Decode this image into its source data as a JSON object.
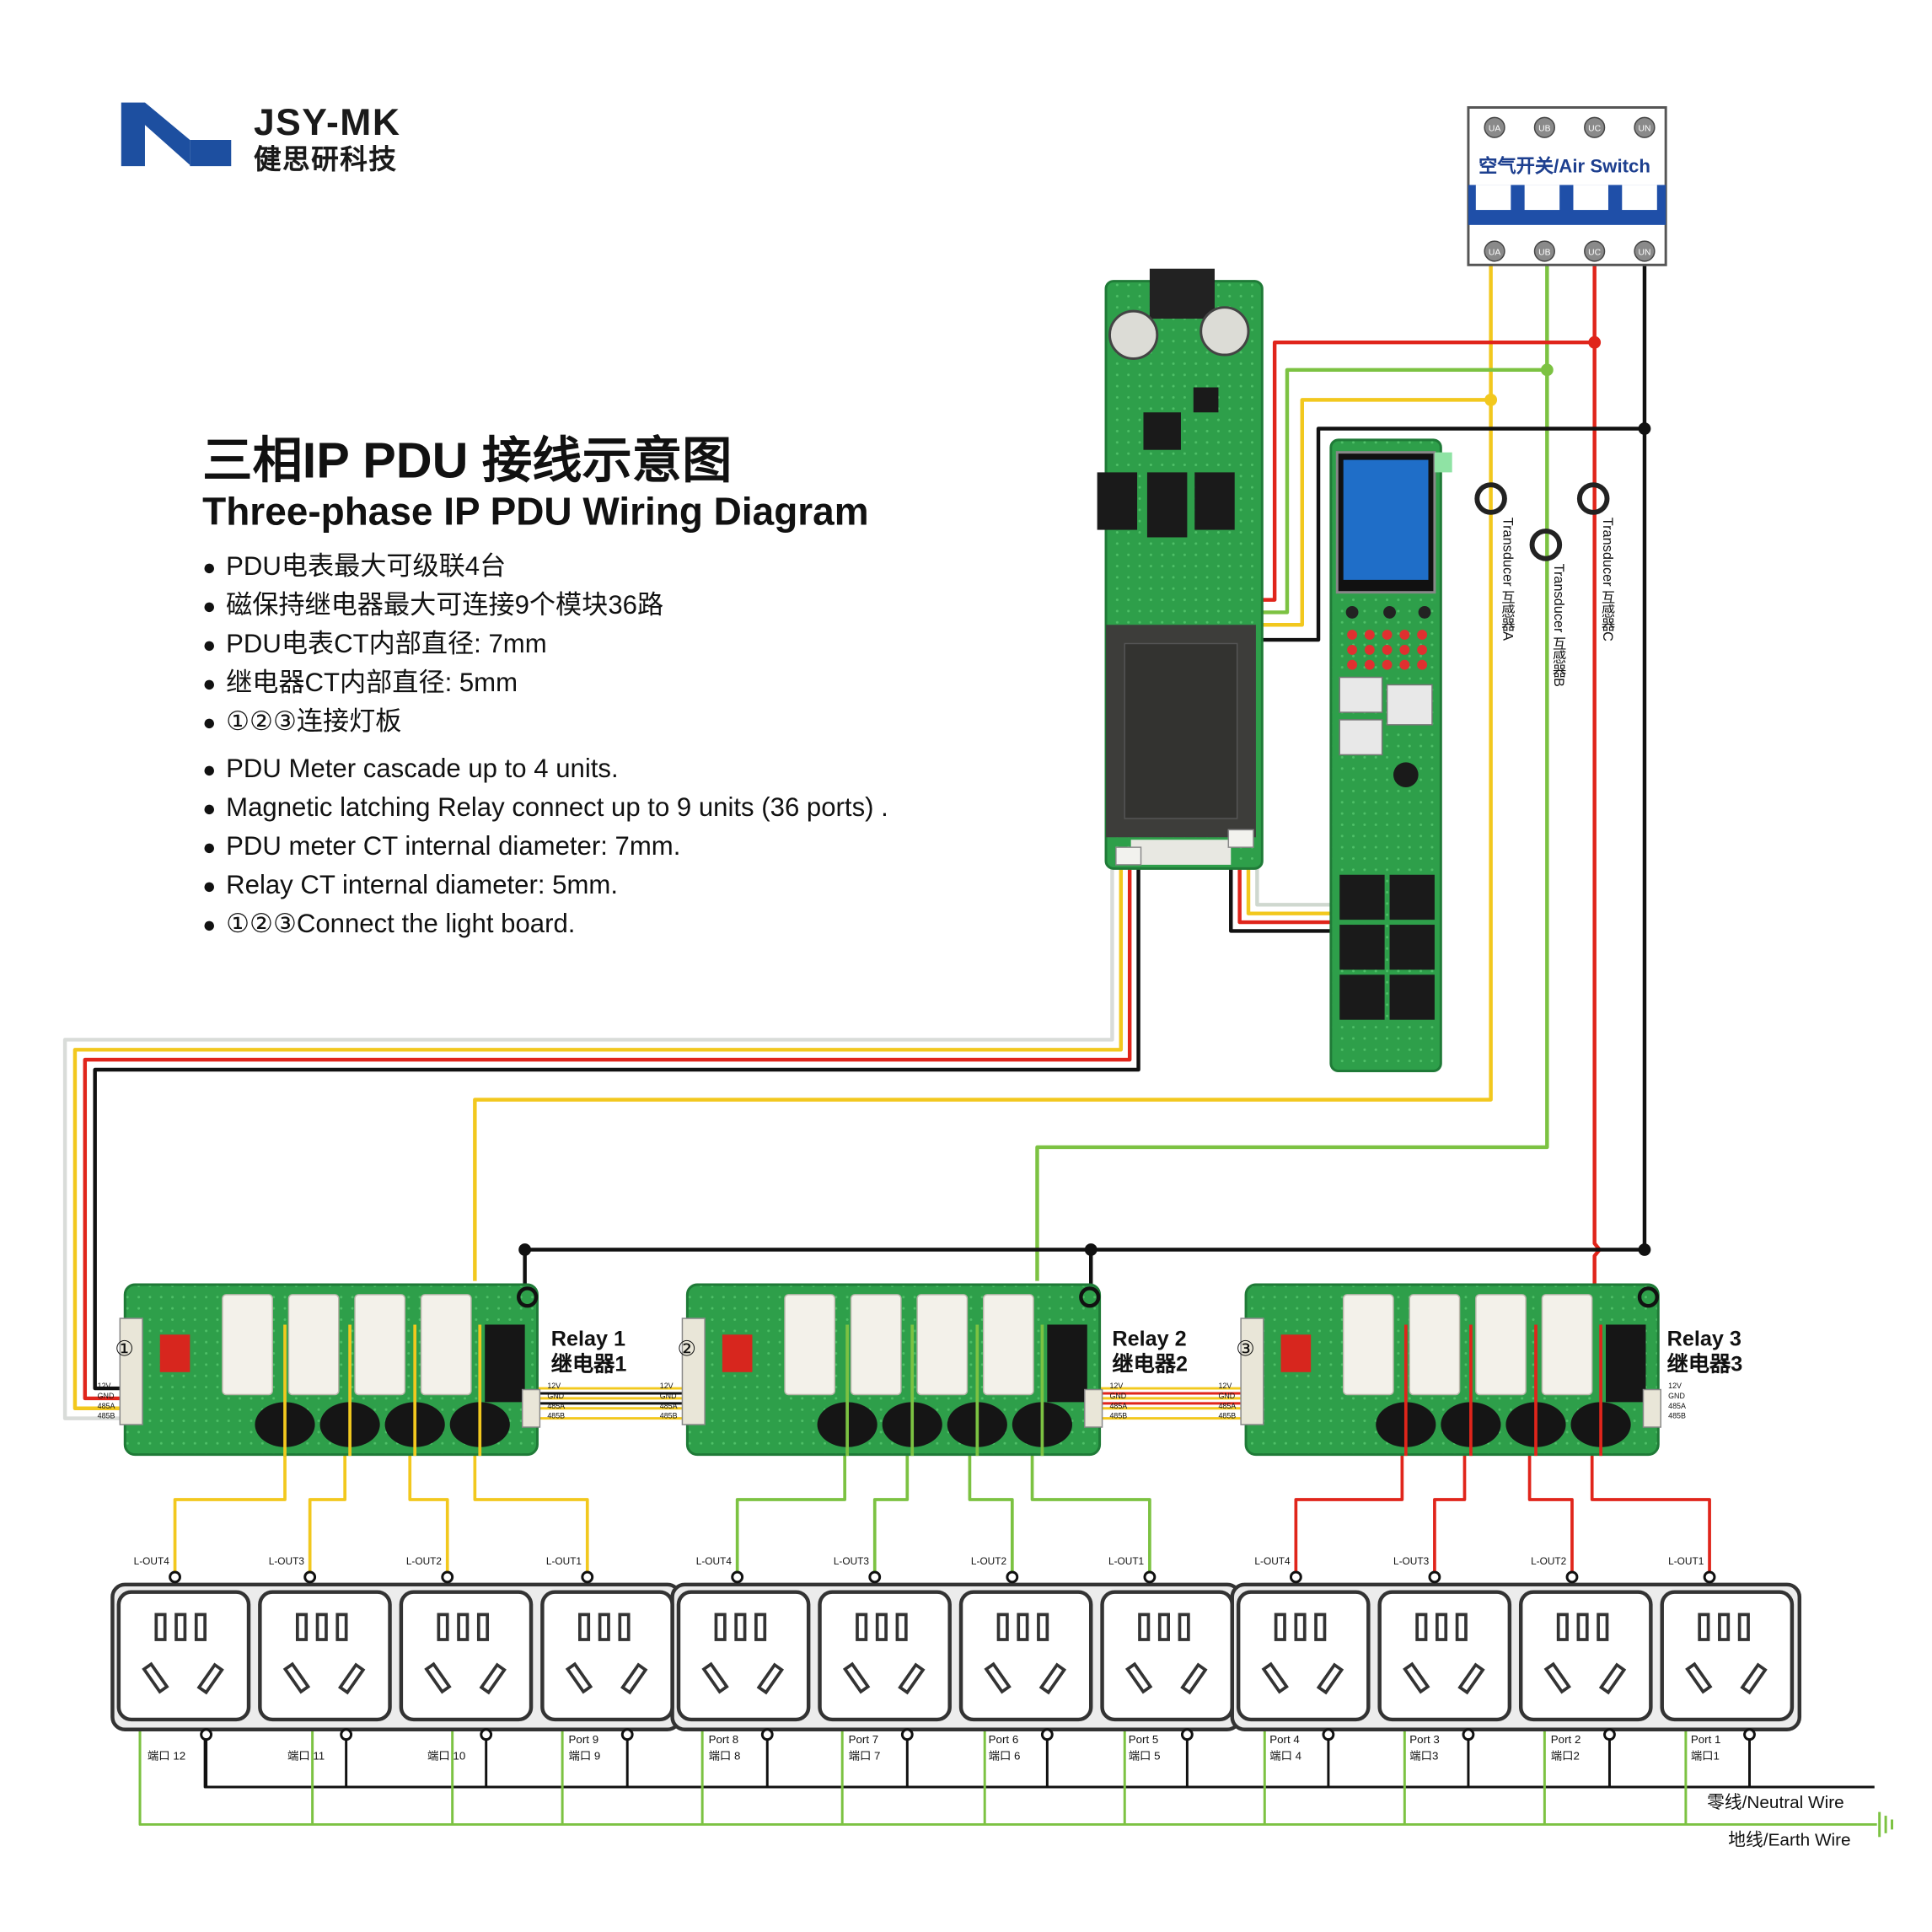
{
  "brand": {
    "name_en": "JSY-MK",
    "name_cn": "健思研科技",
    "logo_color": "#1d4fa0"
  },
  "title": {
    "cn": "三相IP PDU 接线示意图",
    "en": "Three-phase IP PDU Wiring Diagram"
  },
  "notes_cn": [
    "PDU电表最大可级联4台",
    "磁保持继电器最大可连接9个模块36路",
    "PDU电表CT内部直径:  7mm",
    "继电器CT内部直径:  5mm",
    "①②③连接灯板"
  ],
  "notes_en": [
    "PDU Meter cascade up to 4 units.",
    "Magnetic latching Relay connect up to 9 units (36 ports) .",
    "PDU meter CT internal diameter: 7mm.",
    "Relay CT internal diameter: 5mm.",
    "①②③Connect the light board."
  ],
  "air_switch": {
    "label": "空气开关/Air Switch",
    "terminals": [
      "UA",
      "UB",
      "UC",
      "UN"
    ]
  },
  "transducers": [
    {
      "cn": "互感器A",
      "en": "Transducer"
    },
    {
      "cn": "互感器B",
      "en": "Transducer"
    },
    {
      "cn": "互感器C",
      "en": "Transducer"
    }
  ],
  "relays": [
    {
      "en": "Relay 1",
      "cn": "继电器1",
      "marker": "①"
    },
    {
      "en": "Relay 2",
      "cn": "继电器2",
      "marker": "②"
    },
    {
      "en": "Relay 3",
      "cn": "继电器3",
      "marker": "③"
    }
  ],
  "bus_labels": [
    "12V",
    "GND",
    "485A",
    "485B"
  ],
  "outputs": [
    "L-OUT4",
    "L-OUT3",
    "L-OUT2",
    "L-OUT1"
  ],
  "ports": [
    {
      "en": "",
      "cn": "端口 12"
    },
    {
      "en": "",
      "cn": "端口 11"
    },
    {
      "en": "",
      "cn": "端口 10"
    },
    {
      "en": "Port 9",
      "cn": "端口 9"
    },
    {
      "en": "Port 8",
      "cn": "端口 8"
    },
    {
      "en": "Port 7",
      "cn": "端口 7"
    },
    {
      "en": "Port 6",
      "cn": "端口 6"
    },
    {
      "en": "Port 5",
      "cn": "端口 5"
    },
    {
      "en": "Port 4",
      "cn": "端口 4"
    },
    {
      "en": "Port 3",
      "cn": "端口3"
    },
    {
      "en": "Port 2",
      "cn": "端口2"
    },
    {
      "en": "Port 1",
      "cn": "端口1"
    }
  ],
  "wires": {
    "neutral": "零线/Neutral Wire",
    "earth": "地线/Earth Wire"
  },
  "colors": {
    "phase_a": "#f2c81e",
    "phase_b": "#7cc242",
    "phase_c": "#e0251b",
    "neutral": "#111111",
    "pcb": "#2e9f4a",
    "switch_blue": "#1f4fa8"
  }
}
